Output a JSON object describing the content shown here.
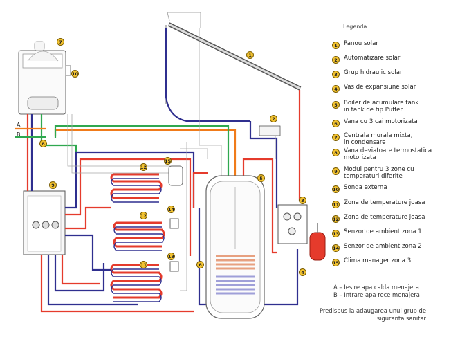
{
  "legend": {
    "title": "Legenda",
    "items": [
      {
        "num": "1",
        "text": "Panou solar"
      },
      {
        "num": "2",
        "text": "Automatizare solar"
      },
      {
        "num": "3",
        "text": "Grup hidraulic solar"
      },
      {
        "num": "4",
        "text": "Vas de expansiune solar"
      },
      {
        "num": "5",
        "text": "Boiler de acumulare tank\nin tank de tip Puffer"
      },
      {
        "num": "6",
        "text": "Vana cu 3 cai motorizata"
      },
      {
        "num": "7",
        "text": "Centrala murala mixta,\nin condensare"
      },
      {
        "num": "8",
        "text": "Vana deviatoare termostatica\nmotorizata"
      },
      {
        "num": "9",
        "text": "Modul pentru 3 zone cu\ntemperaturi diferite"
      },
      {
        "num": "10",
        "text": "Sonda externa"
      },
      {
        "num": "11",
        "text": "Zona de temperature joasa"
      },
      {
        "num": "12",
        "text": "Zona de temperature joasa"
      },
      {
        "num": "13",
        "text": "Senzor de ambient zona 1"
      },
      {
        "num": "14",
        "text": "Senzor de ambient zona 2"
      },
      {
        "num": "15",
        "text": "Clima manager zona 3"
      }
    ]
  },
  "notes": {
    "a": "A – Iesire apa calda menajera",
    "b": "B – Intrare apa rece menajera",
    "bottom_1": "Predispus la adaugarea unui grup de",
    "bottom_2": "siguranta sanitar"
  },
  "diagram_labels": {
    "a": "A",
    "b": "B",
    "badges": [
      "1",
      "2",
      "3",
      "4",
      "5",
      "6",
      "7",
      "8",
      "9",
      "10",
      "11",
      "12",
      "12",
      "13",
      "14",
      "15"
    ]
  },
  "colors": {
    "hot": "#e53b2c",
    "cold": "#2f2f8f",
    "solar": "#f07b1a",
    "green": "#2fa84f",
    "grey": "#9a9a9a",
    "badge": "#f2c230"
  }
}
